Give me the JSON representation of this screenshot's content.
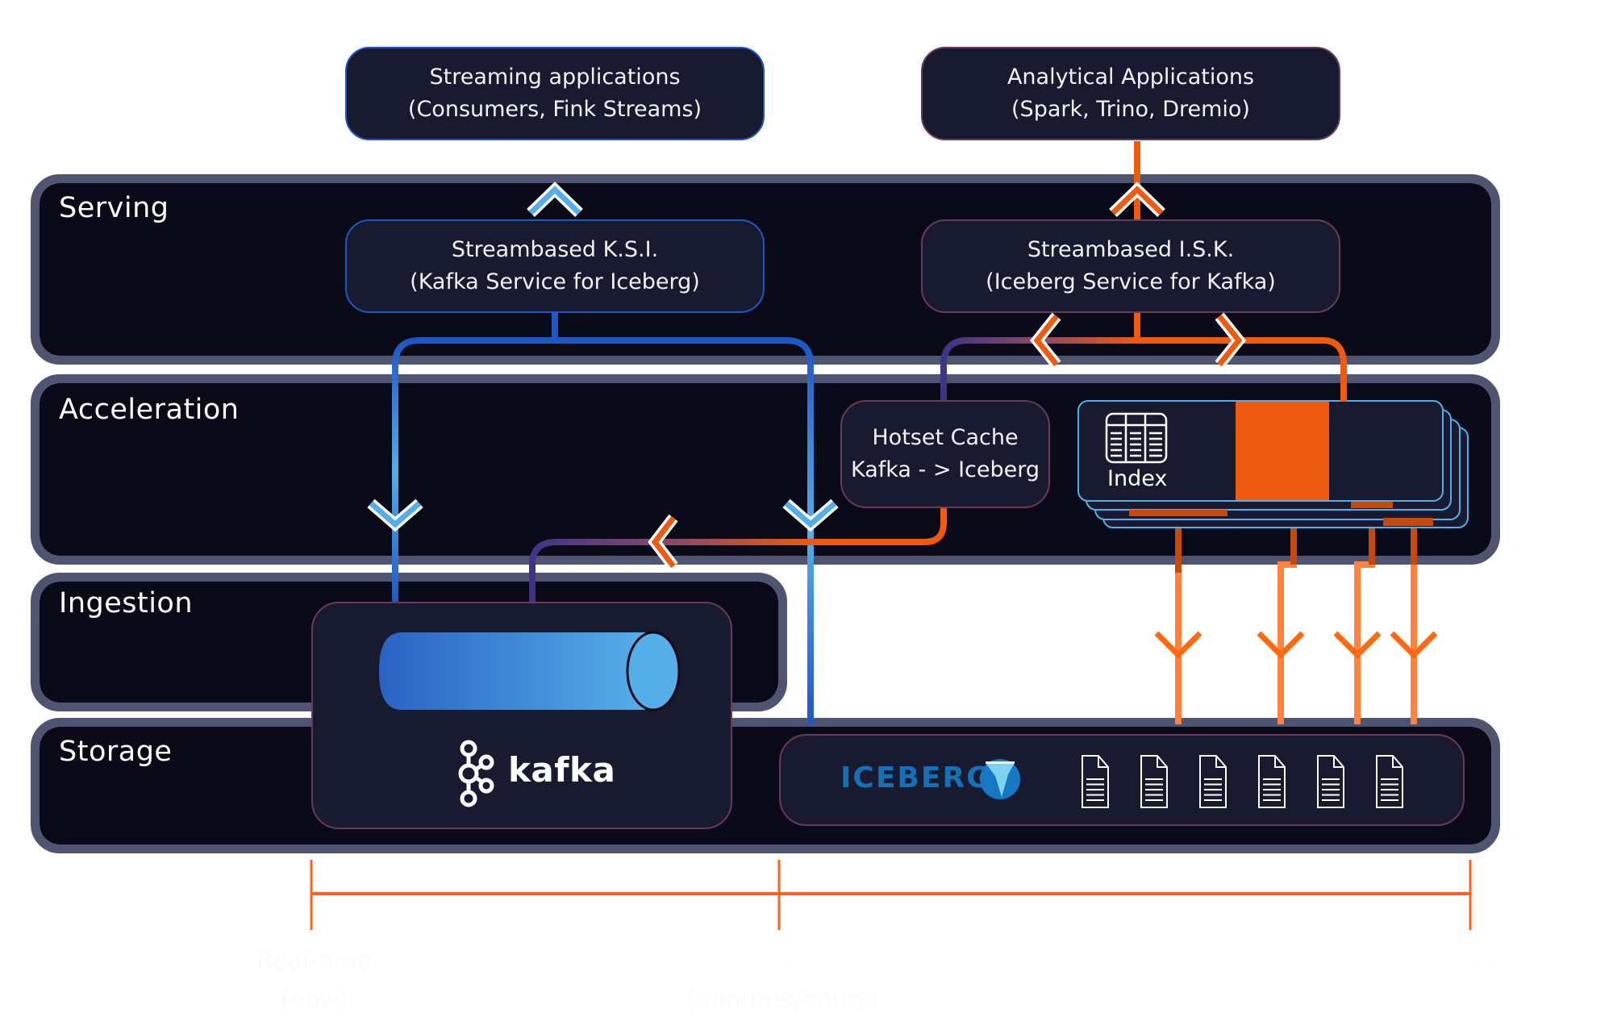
{
  "top_apps": {
    "streaming": {
      "line1": "Streaming applications",
      "line2": "(Consumers, Fink Streams)"
    },
    "analytical": {
      "line1": "Analytical Applications",
      "line2": "(Spark, Trino, Dremio)"
    }
  },
  "layers": {
    "serving": "Serving",
    "acceleration": "Acceleration",
    "ingestion": "Ingestion",
    "storage": "Storage"
  },
  "services": {
    "ksi": {
      "line1": "Streambased K.S.I.",
      "line2": "(Kafka Service for Iceberg)"
    },
    "isk": {
      "line1": "Streambased I.S.K.",
      "line2": "(Iceberg Service for Kafka)"
    }
  },
  "acceleration": {
    "hotset": {
      "line1": "Hotset Cache",
      "line2": "Kafka - > Iceberg"
    },
    "index_label": "Index",
    "index_icon": "table-icon"
  },
  "storage": {
    "kafka_logo_text": "kafka",
    "kafka_icon": "kafka-logo-icon",
    "iceberg_logo_text": "ICEBERG",
    "iceberg_icon": "iceberg-logo-icon",
    "file_icon": "document-icon",
    "file_count": 6
  },
  "timeline": {
    "labels": [
      {
        "line1": "Real-time",
        "line2": "(now)"
      },
      {
        "line1": "...",
        "line2": "(minutes/hours)"
      },
      {
        "line1": "...",
        "line2": ""
      }
    ]
  },
  "colors": {
    "layer_bg": "#0b0a18",
    "layer_border": "#4f5570",
    "box_bg": "#181a30",
    "blue": "#1e57c2",
    "light_blue": "#55aee8",
    "orange": "#ee5a10",
    "orange_light": "#ff8240",
    "purple": "#3e3585"
  }
}
